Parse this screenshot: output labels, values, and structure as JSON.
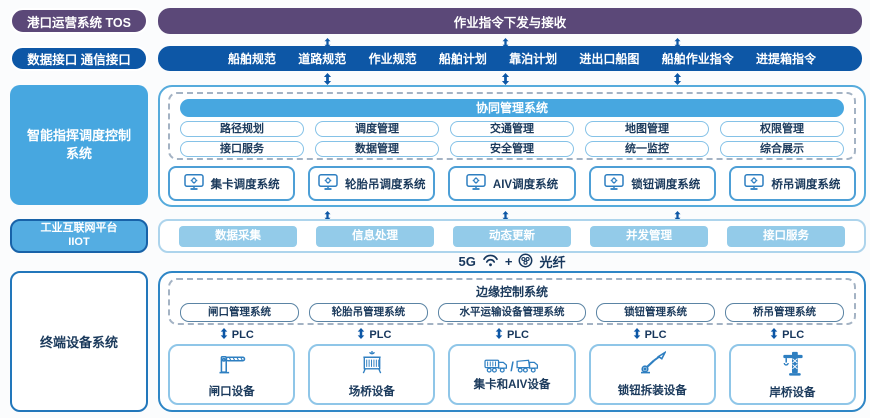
{
  "colors": {
    "purple": "#5b4878",
    "blue": "#0d57a6",
    "light_blue": "#47a7e0",
    "icon_blue": "#2e7fc1"
  },
  "top": {
    "tos_label": "港口运营系统 TOS",
    "tos_bar": "作业指令下发与接收",
    "interface_label": "数据接口 通信接口",
    "interface_items": [
      "船舶规范",
      "道路规范",
      "作业规范",
      "船舶计划",
      "靠泊计划",
      "进出口船图",
      "船舶作业指令",
      "进提箱指令"
    ]
  },
  "dispatch": {
    "label": "智能指挥调度控制系统",
    "collab_title": "协同管理系统",
    "collab_row1": [
      "路径规划",
      "调度管理",
      "交通管理",
      "地图管理",
      "权限管理"
    ],
    "collab_row2": [
      "接口服务",
      "数据管理",
      "安全管理",
      "统一监控",
      "综合展示"
    ],
    "systems": [
      "集卡调度系统",
      "轮胎吊调度系统",
      "AIV调度系统",
      "锁钮调度系统",
      "桥吊调度系统"
    ]
  },
  "iiot": {
    "label": "工业互联网平台",
    "sub_label": "IIOT",
    "items": [
      "数据采集",
      "信息处理",
      "动态更新",
      "并发管理",
      "接口服务"
    ]
  },
  "link": {
    "left": "5G",
    "plus": "+",
    "right": "光纤"
  },
  "terminal": {
    "label": "终端设备系统",
    "edge_title": "边缘控制系统",
    "edge_systems": [
      "闸口管理系统",
      "轮胎吊管理系统",
      "水平运输设备管理系统",
      "锁钮管理系统",
      "桥吊管理系统"
    ],
    "plc_label": "PLC",
    "devices": [
      "闸口设备",
      "场桥设备",
      "集卡和AIV设备",
      "锁钮拆装设备",
      "岸桥设备"
    ]
  }
}
